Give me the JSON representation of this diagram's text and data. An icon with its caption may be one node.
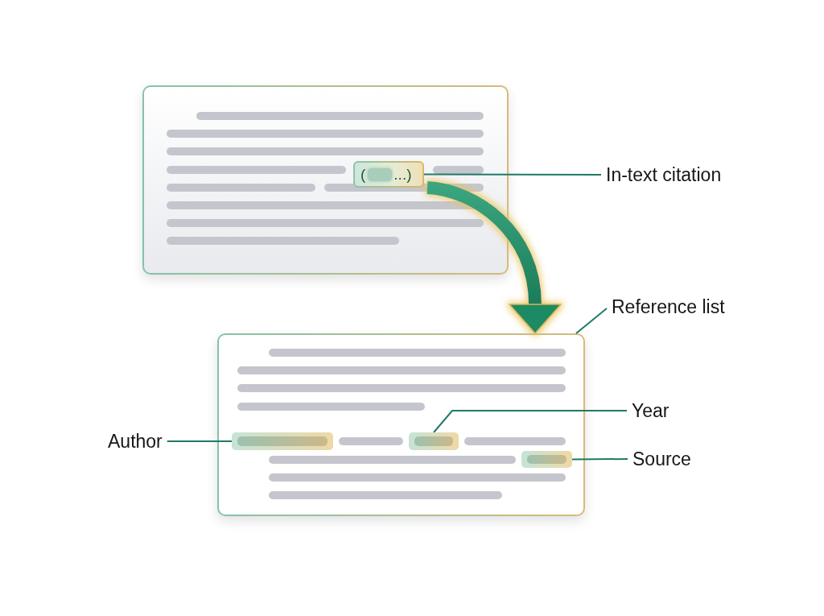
{
  "diagram": {
    "nodes": [
      {
        "text": [],
        "shape": "box"
      },
      {
        "text": [
          "(",
          "...)"
        ],
        "in": 0
      },
      {
        "text": [
          "In-text citation"
        ]
      },
      {
        "text": [
          "Reference list"
        ]
      },
      {
        "text": [],
        "shape": "box"
      },
      {
        "text": [
          "Year"
        ]
      },
      {
        "text": [
          "Author"
        ]
      },
      {
        "text": [],
        "shape": "bar",
        "in": 4
      },
      {
        "text": [],
        "shape": "bar",
        "in": 4
      },
      {
        "text": [],
        "shape": "bar",
        "in": 4
      },
      {
        "text": [
          "Source"
        ]
      }
    ],
    "edges": [
      {
        "from": 2,
        "to": 1,
        "arrow": "none"
      },
      {
        "from": 1,
        "to": 4,
        "arrow": "to",
        "style": "thick"
      },
      {
        "from": 3,
        "to": 4,
        "arrow": "none"
      },
      {
        "from": 5,
        "to": 8,
        "arrow": "none"
      },
      {
        "from": 6,
        "to": 7,
        "arrow": "none"
      },
      {
        "from": 10,
        "to": 9,
        "arrow": "none"
      }
    ]
  }
}
